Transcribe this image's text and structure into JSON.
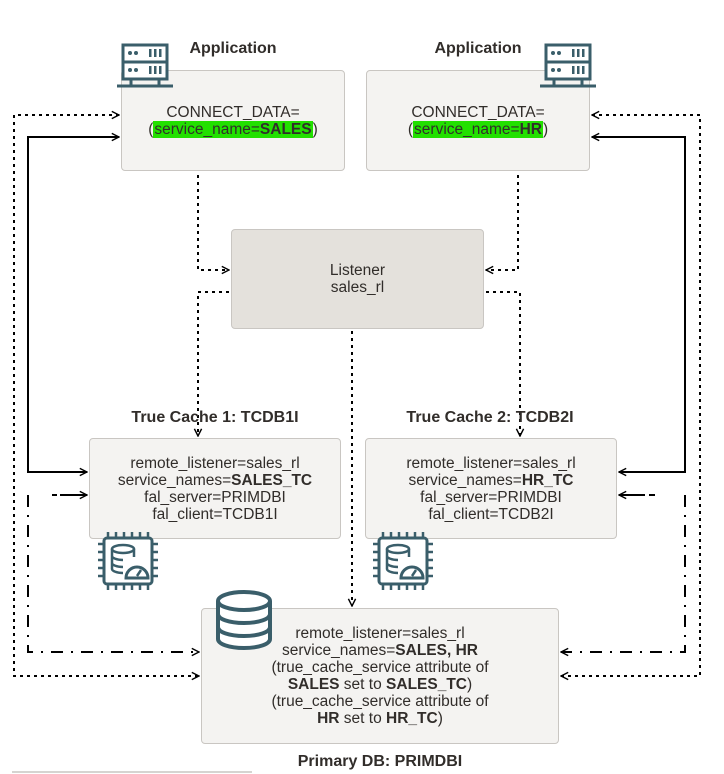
{
  "colors": {
    "icon": "#3a5e6a",
    "highlight": "#22e000",
    "box": "#f4f3f1",
    "listener_box": "#e4e1dc"
  },
  "app1": {
    "title": "Application",
    "line1": "CONNECT_DATA=",
    "open": "(",
    "service_prefix": "service_name=",
    "service_value": "SALES",
    "close": ")",
    "icon": "server-icon"
  },
  "app2": {
    "title": "Application",
    "line1": "CONNECT_DATA=",
    "open": "(",
    "service_prefix": "service_name=",
    "service_value": "HR",
    "close": ")",
    "icon": "server-icon"
  },
  "listener": {
    "line1": "Listener",
    "line2": "sales_rl"
  },
  "tc1": {
    "title": "True Cache 1: TCDB1I",
    "line1": "remote_listener=sales_rl",
    "service_prefix": "service_names=",
    "service_value": "SALES_TC",
    "line3": "fal_server=PRIMDBI",
    "line4": "fal_client=TCDB1I",
    "icon": "true-cache-chip-icon"
  },
  "tc2": {
    "title": "True Cache 2: TCDB2I",
    "line1": "remote_listener=sales_rl",
    "service_prefix": "service_names=",
    "service_value": "HR_TC",
    "line3": "fal_server=PRIMDBI",
    "line4": "fal_client=TCDB2I",
    "icon": "true-cache-chip-icon"
  },
  "primary": {
    "title": "Primary DB: PRIMDBI",
    "line1": "remote_listener=sales_rl",
    "service_prefix": "service_names=",
    "service_value": "SALES, HR",
    "attr1": "(true_cache_service attribute of",
    "s1_name": "SALES",
    "set_to": " set to ",
    "s1_value": "SALES_TC",
    "close": ")",
    "attr2": "(true_cache_service attribute of",
    "s2_name": "HR",
    "s2_value": "HR_TC",
    "icon": "database-icon"
  }
}
